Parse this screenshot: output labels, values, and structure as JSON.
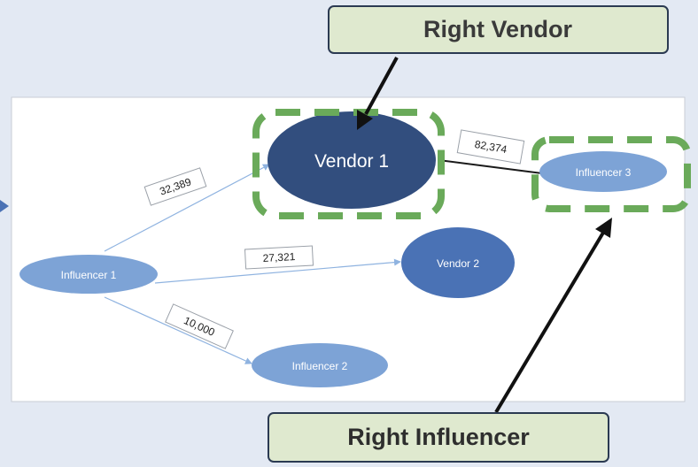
{
  "callouts": {
    "vendor": "Right Vendor",
    "influencer": "Right Influencer"
  },
  "nodes": {
    "vendor1": "Vendor 1",
    "vendor2": "Vendor 2",
    "influencer1": "Influencer 1",
    "influencer2": "Influencer 2",
    "influencer3": "Influencer 3"
  },
  "edges": {
    "inf1_vendor1": "32,389",
    "inf1_vendor2": "27,321",
    "inf1_inf2": "10,000",
    "vendor1_inf3": "82,374"
  },
  "colors": {
    "background": "#e3e9f3",
    "callout_fill": "#dfe9cf",
    "callout_border": "#2b3a52",
    "highlight_dash": "#6aaa5a",
    "vendor_dark": "#324e7e",
    "vendor_mid": "#4a72b5",
    "influencer_light": "#7da3d6",
    "edge_line": "#8fb3e0"
  }
}
